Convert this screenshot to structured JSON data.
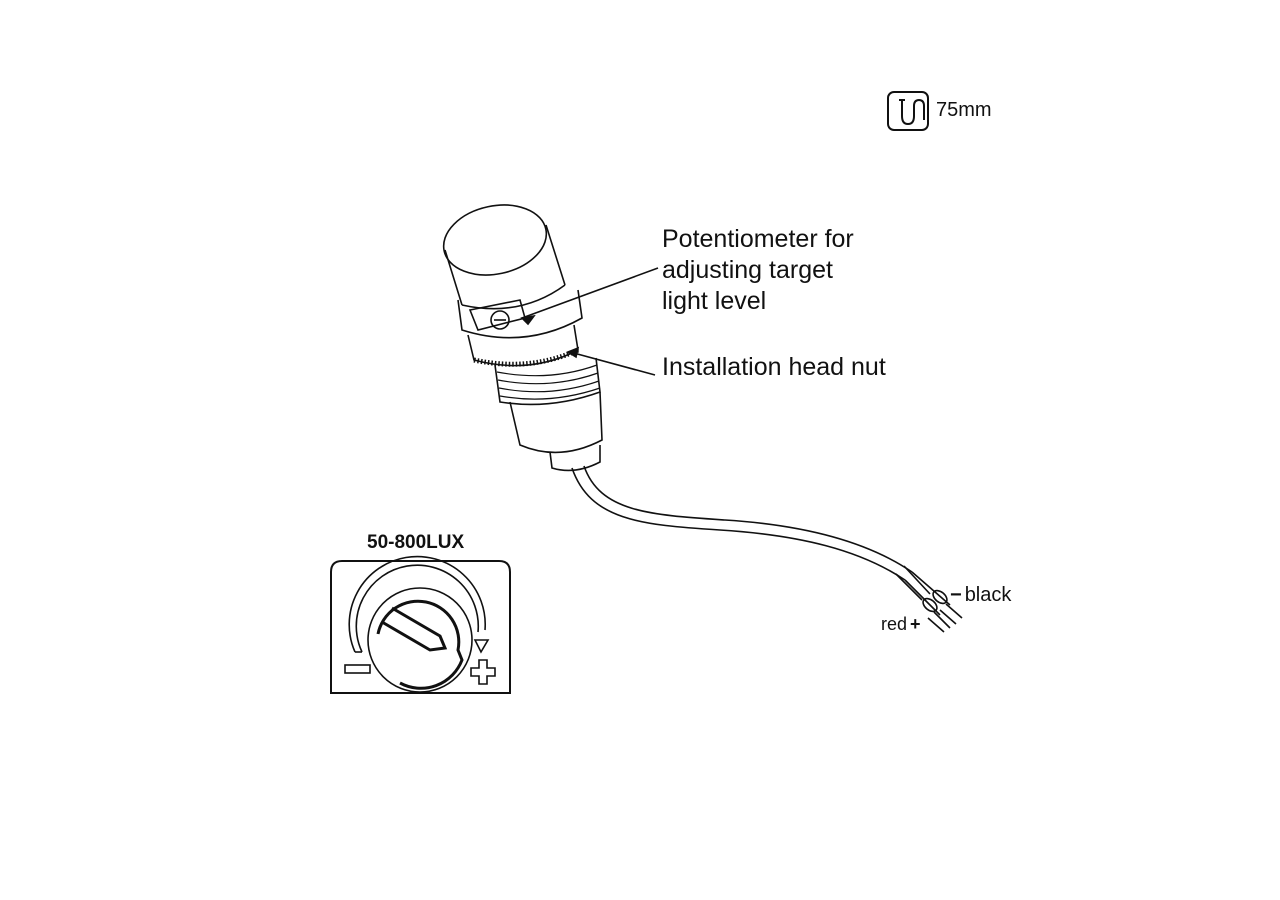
{
  "cable_length": {
    "icon": "cable-length-icon",
    "value": "75mm"
  },
  "callouts": {
    "potentiometer": [
      "Potentiometer for",
      "adjusting target",
      "light level"
    ],
    "nut": "Installation head nut"
  },
  "dial": {
    "range_label": "50-800LUX",
    "minus_icon": "minus-icon",
    "plus_icon": "plus-icon"
  },
  "wires": {
    "black": "black",
    "red": "red"
  }
}
